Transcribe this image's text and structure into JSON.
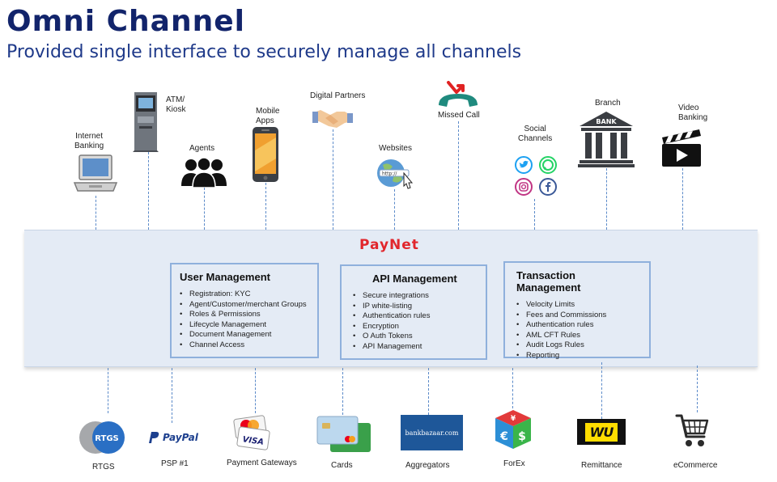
{
  "header": {
    "title": "Omni Channel",
    "subtitle": "Provided single interface to securely manage all channels"
  },
  "channels": {
    "internet_banking": "Internet\nBanking",
    "atm_kiosk": "ATM/\nKiosk",
    "agents": "Agents",
    "mobile_apps": "Mobile\nApps",
    "digital_partners": "Digital Partners",
    "websites": "Websites",
    "missed_call": "Missed Call",
    "social_channels": "Social\nChannels",
    "branch": "Branch",
    "branch_sign": "BANK",
    "video_banking": "Video\nBanking"
  },
  "platform": {
    "name": "PayNet",
    "boxes": [
      {
        "title": "User Management",
        "items": [
          "Registration: KYC",
          "Agent/Customer/merchant Groups",
          "Roles & Permissions",
          "Lifecycle Management",
          "Document Management",
          "Channel Access"
        ]
      },
      {
        "title": "API Management",
        "items": [
          "Secure integrations",
          "IP white-listing",
          "Authentication rules",
          "Encryption",
          "O Auth Tokens",
          "API Management"
        ]
      },
      {
        "title": "Transaction  Management",
        "items": [
          "Velocity Limits",
          "Fees  and Commissions",
          "Authentication rules",
          "AML CFT Rules",
          "Audit Logs Rules",
          "Reporting"
        ]
      }
    ]
  },
  "backends": {
    "rtgs": "RTGS",
    "rtgs_logo": "RTGS",
    "psp": "PSP #1",
    "paypal_logo": "PayPal",
    "payment_gateways": "Payment Gateways",
    "cards": "Cards",
    "aggregators": "Aggregators",
    "aggregator_logo": "bankbazaar.com",
    "forex": "ForEx",
    "remittance": "Remittance",
    "wu_logo": "WU",
    "ecommerce": "eCommerce"
  },
  "colors": {
    "title": "#12246b",
    "paynet": "#e1262c",
    "band": "#e4ebf5",
    "box_border": "#8fb0dc",
    "connector": "#5b8ac9"
  }
}
